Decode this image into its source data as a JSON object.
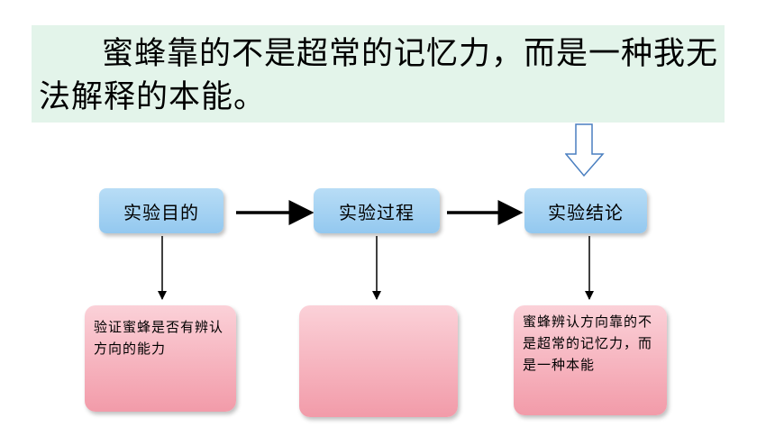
{
  "quote": {
    "text": "蜜蜂靠的不是超常的记忆力，而是一种我无法解释的本能。"
  },
  "steps": [
    {
      "label": "实验目的"
    },
    {
      "label": "实验过程"
    },
    {
      "label": "实验结论"
    }
  ],
  "results": [
    {
      "text": "验证蜜蜂是否有辨认方向的能力"
    },
    {
      "text": ""
    },
    {
      "text": "蜜蜂辨认方向靠的不是超常的记忆力，而是一种本能"
    }
  ],
  "colors": {
    "quote_bg": "#e3f4ea",
    "step_fill": "#9fcdf1",
    "result_fill": "#f4a9b5",
    "arrow_outline": "#4a7fc0"
  }
}
